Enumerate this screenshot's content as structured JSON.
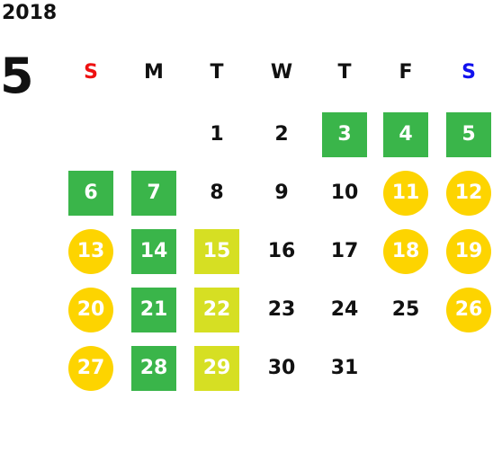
{
  "calendar": {
    "year": "2018",
    "month": "5",
    "weekdays": [
      {
        "label": "S",
        "color": "#ee1111"
      },
      {
        "label": "M",
        "color": "#111111"
      },
      {
        "label": "T",
        "color": "#111111"
      },
      {
        "label": "W",
        "color": "#111111"
      },
      {
        "label": "T",
        "color": "#111111"
      },
      {
        "label": "F",
        "color": "#111111"
      },
      {
        "label": "S",
        "color": "#1111ee"
      }
    ],
    "colors": {
      "green": "#3ab54a",
      "lime": "#d6df23",
      "yellow": "#fdd400"
    },
    "days": [
      {
        "num": "1",
        "style": "plain"
      },
      {
        "num": "2",
        "style": "plain"
      },
      {
        "num": "3",
        "style": "green"
      },
      {
        "num": "4",
        "style": "green"
      },
      {
        "num": "5",
        "style": "green"
      },
      {
        "num": "6",
        "style": "green"
      },
      {
        "num": "7",
        "style": "green"
      },
      {
        "num": "8",
        "style": "plain"
      },
      {
        "num": "9",
        "style": "plain"
      },
      {
        "num": "10",
        "style": "plain"
      },
      {
        "num": "11",
        "style": "yellow"
      },
      {
        "num": "12",
        "style": "yellow"
      },
      {
        "num": "13",
        "style": "yellow"
      },
      {
        "num": "14",
        "style": "green"
      },
      {
        "num": "15",
        "style": "lime"
      },
      {
        "num": "16",
        "style": "plain"
      },
      {
        "num": "17",
        "style": "plain"
      },
      {
        "num": "18",
        "style": "yellow"
      },
      {
        "num": "19",
        "style": "yellow"
      },
      {
        "num": "20",
        "style": "yellow"
      },
      {
        "num": "21",
        "style": "green"
      },
      {
        "num": "22",
        "style": "lime"
      },
      {
        "num": "23",
        "style": "plain"
      },
      {
        "num": "24",
        "style": "plain"
      },
      {
        "num": "25",
        "style": "plain"
      },
      {
        "num": "26",
        "style": "yellow"
      },
      {
        "num": "27",
        "style": "yellow"
      },
      {
        "num": "28",
        "style": "green"
      },
      {
        "num": "29",
        "style": "lime"
      },
      {
        "num": "30",
        "style": "plain"
      },
      {
        "num": "31",
        "style": "plain"
      }
    ]
  }
}
